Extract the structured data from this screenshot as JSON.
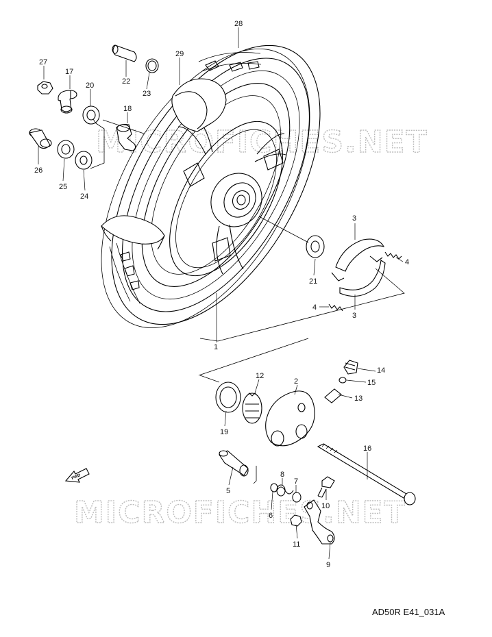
{
  "drawing_code": "AD50R E41_031A",
  "watermark_text": "MICROFICHES.NET",
  "fwd_label": "FWD",
  "part_numbers": {
    "p1": "1",
    "p2": "2",
    "p3a": "3",
    "p3b": "3",
    "p4a": "4",
    "p4b": "4",
    "p5": "5",
    "p6": "6",
    "p7": "7",
    "p8": "8",
    "p9": "9",
    "p10": "10",
    "p11": "11",
    "p12": "12",
    "p13": "13",
    "p14": "14",
    "p15": "15",
    "p16": "16",
    "p17": "17",
    "p18": "18",
    "p19": "19",
    "p20": "20",
    "p21": "21",
    "p22": "22",
    "p23": "23",
    "p24": "24",
    "p25": "25",
    "p26": "26",
    "p27": "27",
    "p28": "28",
    "p29": "29"
  }
}
